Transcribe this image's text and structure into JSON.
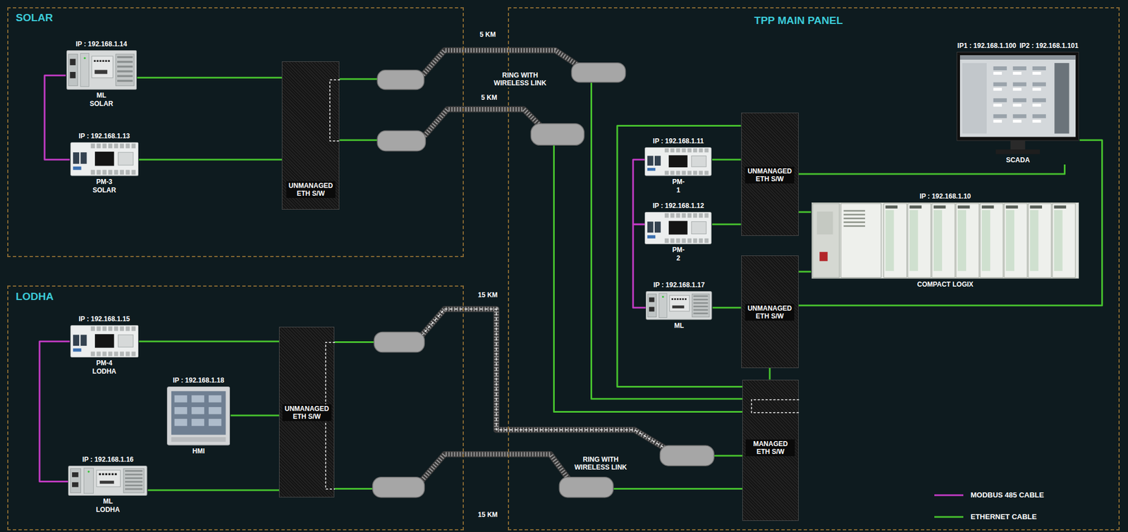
{
  "diagram": {
    "nodes": [
      {
        "text": [
          "SOLAR"
        ]
      },
      {
        "text": [
          "IP : 192.168.1.14",
          "ML SOLAR"
        ],
        "in": 0
      },
      {
        "text": [
          "IP : 192.168.1.13",
          "PM-3 SOLAR"
        ],
        "in": 0
      },
      {
        "text": [
          "UNMANAGED ETH S/W"
        ],
        "in": 0
      },
      {
        "text": [
          "TPP MAIN PANEL"
        ]
      },
      {
        "text": [
          "IP1 : 192.168.1.100",
          "IP2 : 192.168.1.101",
          "SCADA"
        ],
        "in": 4
      },
      {
        "text": [
          "IP : 192.168.1.11",
          "PM-1"
        ],
        "in": 4
      },
      {
        "text": [
          "UNMANAGED ETH S/W"
        ],
        "in": 4
      },
      {
        "text": [
          "IP : 192.168.1.10",
          "COMPACT LOGIX"
        ],
        "in": 4
      },
      {
        "text": [
          "IP : 192.168.1.12",
          "PM-2"
        ],
        "in": 4
      },
      {
        "text": [
          "IP : 192.168.1.17",
          "ML"
        ],
        "in": 4
      },
      {
        "text": [
          "UNMANAGED ETH S/W"
        ],
        "in": 4
      },
      {
        "text": [
          "MANAGED ETH S/W"
        ],
        "in": 4
      },
      {
        "text": [
          "LODHA"
        ]
      },
      {
        "text": [
          "IP : 192.168.1.15",
          "PM-4 LODHA"
        ],
        "in": 13
      },
      {
        "text": [
          "IP : 192.168.1.18",
          "HMI"
        ],
        "in": 13
      },
      {
        "text": [
          "UNMANAGED ETH S/W"
        ],
        "in": 13
      },
      {
        "text": [
          "IP : 192.168.1.16",
          "ML LODHA"
        ],
        "in": 13
      }
    ],
    "edges": [
      {
        "from": 1,
        "to": 2,
        "arrow": "none"
      },
      {
        "from": 1,
        "to": 3,
        "arrow": "none"
      },
      {
        "from": 2,
        "to": 3,
        "arrow": "none"
      },
      {
        "from": 6,
        "to": 9,
        "arrow": "none"
      },
      {
        "from": 9,
        "to": 10,
        "arrow": "none"
      },
      {
        "from": 6,
        "to": 7,
        "arrow": "none"
      },
      {
        "from": 9,
        "to": 7,
        "arrow": "none"
      },
      {
        "from": 10,
        "to": 11,
        "arrow": "none"
      },
      {
        "from": 7,
        "to": 5,
        "arrow": "none"
      },
      {
        "from": 7,
        "to": 8,
        "arrow": "none"
      },
      {
        "from": 11,
        "to": 8,
        "arrow": "none"
      },
      {
        "from": 11,
        "to": 5,
        "arrow": "none"
      },
      {
        "from": 11,
        "to": 12,
        "arrow": "none"
      },
      {
        "from": 7,
        "to": 12,
        "arrow": "none"
      },
      {
        "from": 14,
        "to": 17,
        "arrow": "none"
      },
      {
        "from": 14,
        "to": 16,
        "arrow": "none"
      },
      {
        "from": 15,
        "to": 16,
        "arrow": "none"
      },
      {
        "from": 17,
        "to": 16,
        "arrow": "none"
      }
    ],
    "labels": [
      "5 KM",
      "RING WITH WIRELESS LINK",
      "5 KM",
      "15 KM",
      "RING WITH WIRELESS LINK",
      "15 KM"
    ],
    "legend": [
      {
        "text": "MODBUS 485 CABLE"
      },
      {
        "text": "ETHERNET CABLE"
      }
    ]
  }
}
